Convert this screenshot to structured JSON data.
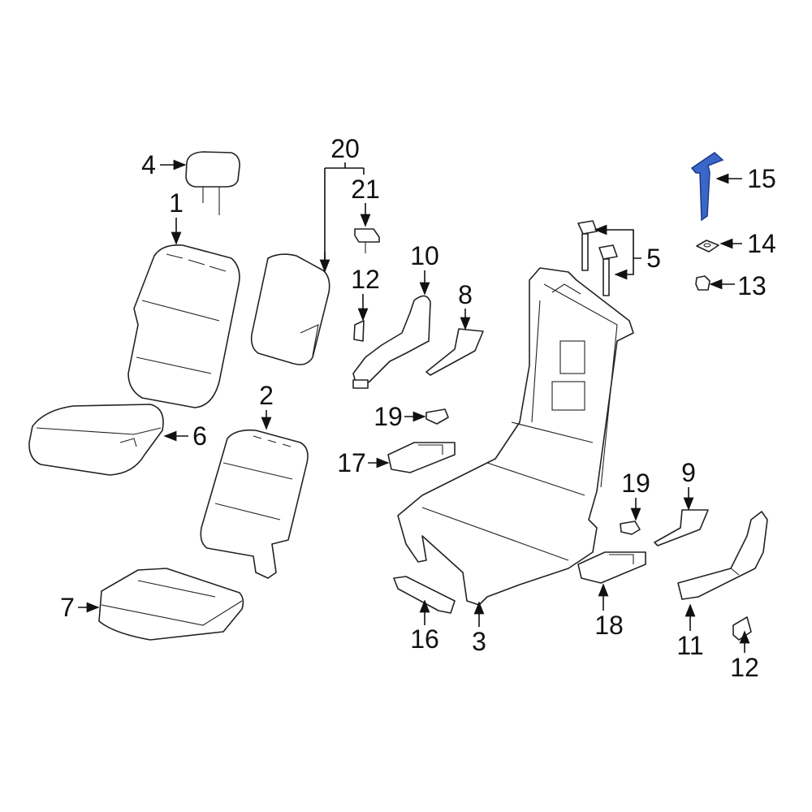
{
  "diagram": {
    "highlight_color": "#3a66c8",
    "callouts": [
      {
        "id": "c4",
        "text": "4"
      },
      {
        "id": "c1",
        "text": "1"
      },
      {
        "id": "c20",
        "text": "20"
      },
      {
        "id": "c21",
        "text": "21"
      },
      {
        "id": "c12a",
        "text": "12"
      },
      {
        "id": "c10",
        "text": "10"
      },
      {
        "id": "c8",
        "text": "8"
      },
      {
        "id": "c5",
        "text": "5"
      },
      {
        "id": "c15",
        "text": "15"
      },
      {
        "id": "c14",
        "text": "14"
      },
      {
        "id": "c13",
        "text": "13"
      },
      {
        "id": "c6",
        "text": "6"
      },
      {
        "id": "c2",
        "text": "2"
      },
      {
        "id": "c19a",
        "text": "19"
      },
      {
        "id": "c17",
        "text": "17"
      },
      {
        "id": "c19b",
        "text": "19"
      },
      {
        "id": "c9",
        "text": "9"
      },
      {
        "id": "c16",
        "text": "16"
      },
      {
        "id": "c3",
        "text": "3"
      },
      {
        "id": "c18",
        "text": "18"
      },
      {
        "id": "c11",
        "text": "11"
      },
      {
        "id": "c12b",
        "text": "12"
      },
      {
        "id": "c7",
        "text": "7"
      }
    ]
  }
}
